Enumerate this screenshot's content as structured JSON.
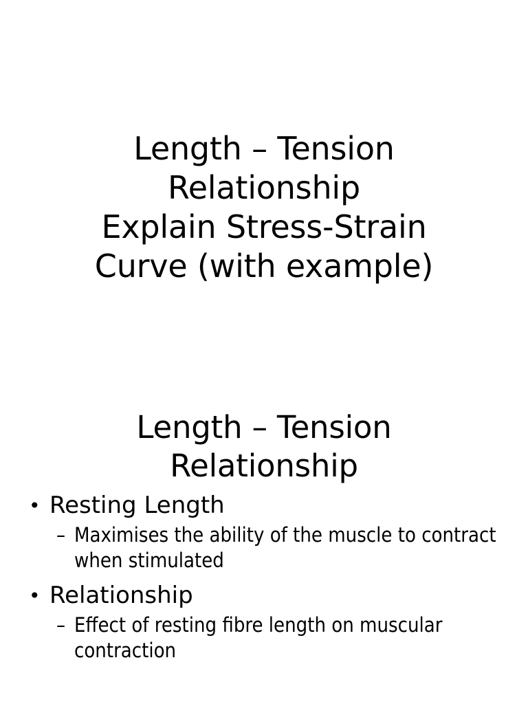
{
  "document": {
    "background_color": "#ffffff",
    "text_color": "#000000"
  },
  "slide_title": {
    "lines": [
      "Length – Tension",
      "Relationship",
      "Explain Stress-Strain",
      "Curve (with example)"
    ]
  },
  "slide_body": {
    "heading_lines": [
      "Length – Tension",
      "Relationship"
    ],
    "bullet_marker": "•",
    "sub_bullet_marker": "–",
    "groups": [
      {
        "topic": "Resting Length",
        "detail": "Maximises the ability of the muscle to contract when stimulated"
      },
      {
        "topic": "Relationship",
        "detail": "Effect of resting fibre length on muscular contraction"
      }
    ]
  }
}
